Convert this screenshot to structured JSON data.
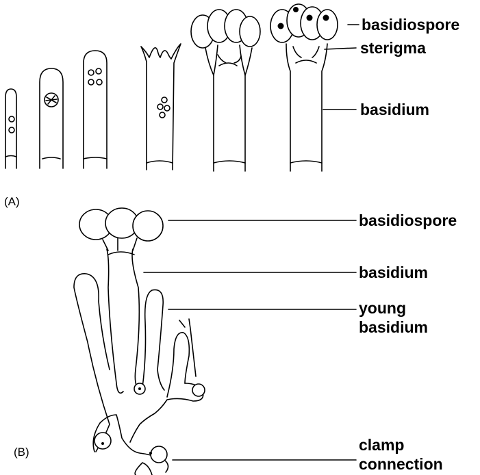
{
  "panel_a": {
    "tag": "(A)",
    "labels": {
      "basidiospore": "basidiospore",
      "sterigma": "sterigma",
      "basidium": "basidium"
    }
  },
  "panel_b": {
    "tag": "(B)",
    "labels": {
      "basidiospore": "basidiospore",
      "basidium": "basidium",
      "young_basidium_line1": "young",
      "young_basidium_line2": "basidium",
      "clamp_connection_line1": "clamp",
      "clamp_connection_line2": "connection"
    }
  }
}
